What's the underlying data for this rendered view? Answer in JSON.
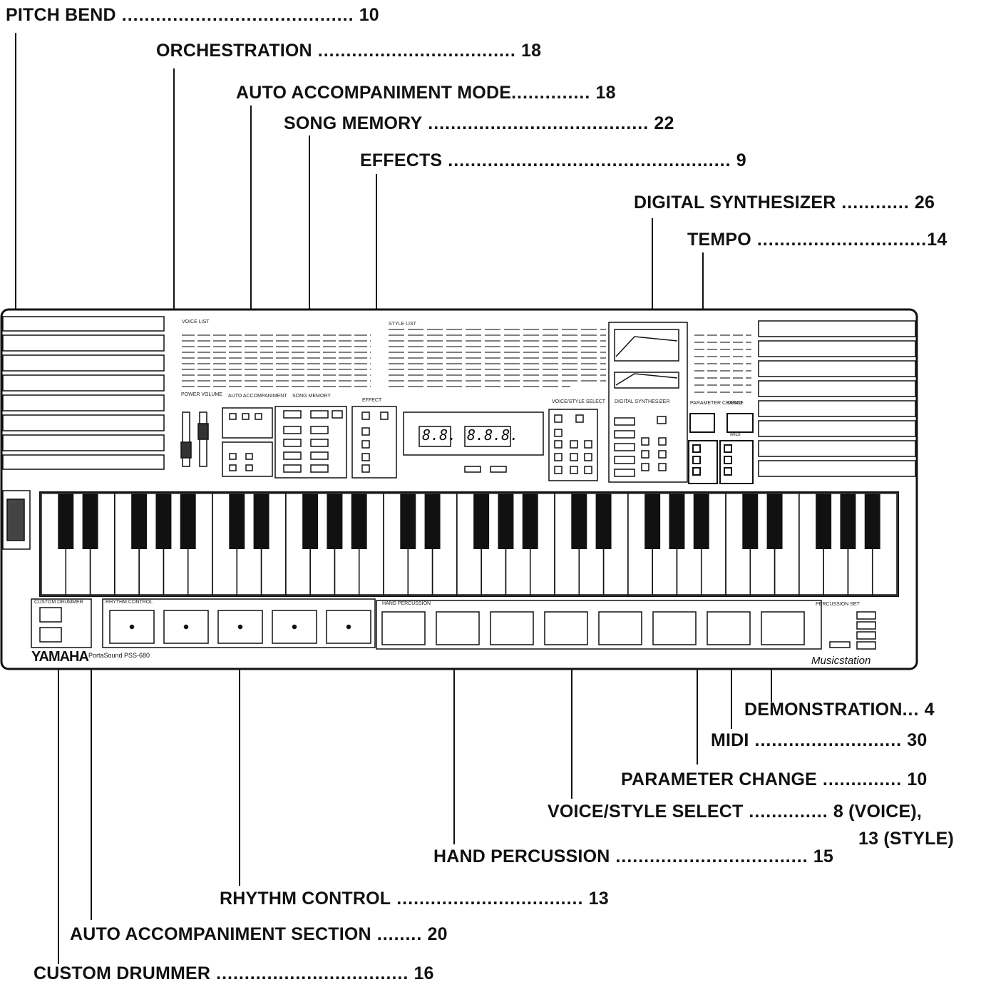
{
  "labels": [
    {
      "id": "pitch-bend",
      "name": "PITCH BEND",
      "dots": " .........................................",
      "page": "10"
    },
    {
      "id": "orchestration",
      "name": "ORCHESTRATION",
      "dots": " ...................................",
      "page": "18"
    },
    {
      "id": "auto-accompaniment-mode",
      "name": "AUTO ACCOMPANIMENT MODE",
      "dots": "..............",
      "page": "18"
    },
    {
      "id": "song-memory",
      "name": "SONG MEMORY",
      "dots": " .......................................",
      "page": "22"
    },
    {
      "id": "effects",
      "name": "EFFECTS",
      "dots": " ..................................................",
      "page": "9"
    },
    {
      "id": "digital-synthesizer",
      "name": "DIGITAL SYNTHESIZER",
      "dots": " ............",
      "page": "26"
    },
    {
      "id": "tempo",
      "name": "TEMPO",
      "dots": " ..............................",
      "page": "14"
    },
    {
      "id": "demonstration",
      "name": "DEMONSTRATION",
      "dots": "...",
      "page": "4"
    },
    {
      "id": "midi",
      "name": "MIDI",
      "dots": " ..........................",
      "page": "30"
    },
    {
      "id": "parameter-change",
      "name": "PARAMETER CHANGE",
      "dots": " ..............",
      "page": "10"
    },
    {
      "id": "voice-style-select",
      "name": "VOICE/STYLE SELECT",
      "dots": " ..............",
      "page": "8 (VOICE),",
      "page2": "13 (STYLE)"
    },
    {
      "id": "hand-percussion",
      "name": "HAND PERCUSSION",
      "dots": " ..................................",
      "page": "15"
    },
    {
      "id": "rhythm-control",
      "name": "RHYTHM CONTROL",
      "dots": " .................................",
      "page": "13"
    },
    {
      "id": "auto-accompaniment-section",
      "name": "AUTO ACCOMPANIMENT SECTION",
      "dots": " ........",
      "page": "20"
    },
    {
      "id": "custom-drummer",
      "name": "CUSTOM DRUMMER",
      "dots": " ..................................",
      "page": "16"
    }
  ],
  "panel": {
    "brand": "YAMAHA",
    "model": "PortaSound PSS-680",
    "footer_logo": "Musicstation",
    "power_volume": "POWER VOLUME",
    "auto_accompaniment": "AUTO ACCOMPANIMENT",
    "song_memory": "SONG MEMORY",
    "effect": "EFFECT",
    "voice_style_select": "VOICE/STYLE SELECT",
    "digital_synthesizer": "DIGITAL SYNTHESIZER",
    "parameter_change": "PARAMETER CHANGE",
    "demo": "DEMO",
    "midi": "MIDI",
    "voice_list": "VOICE LIST",
    "style_list": "STYLE LIST",
    "rhythm_control": "RHYTHM CONTROL",
    "hand_percussion": "HAND PERCUSSION",
    "custom_drummer": "CUSTOM DRUMMER",
    "percussion_set": "PERCUSSION SET",
    "display_left": "8.8.",
    "display_right": "8.8.8."
  }
}
